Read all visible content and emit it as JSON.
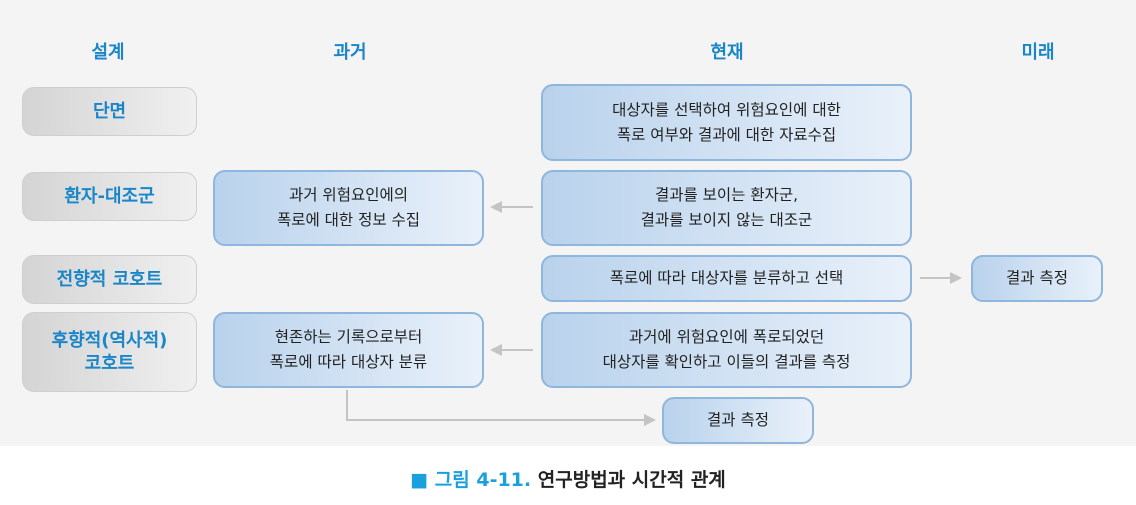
{
  "headers": {
    "design": "설계",
    "past": "과거",
    "present": "현재",
    "future": "미래"
  },
  "designs": [
    "단면",
    "환자-대조군",
    "전향적 코호트",
    "후향적(역사적)\n코호트"
  ],
  "cross_sectional": {
    "present": "대상자를 선택하여 위험요인에 대한\n폭로 여부와 결과에 대한 자료수집"
  },
  "case_control": {
    "present": "결과를 보이는 환자군,\n결과를 보이지 않는 대조군",
    "past": "과거 위험요인에의\n폭로에 대한 정보 수집"
  },
  "prospective": {
    "present": "폭로에 따라 대상자를 분류하고 선택",
    "future": "결과 측정"
  },
  "retrospective": {
    "present": "과거에 위험요인에 폭로되었던\n대상자를 확인하고 이들의 결과를 측정",
    "past": "현존하는 기록으로부터\n폭로에 따라 대상자 분류",
    "outcome": "결과 측정"
  },
  "caption": {
    "marker": "■",
    "label": "그림 4-11.",
    "title": "연구방법과 시간적 관계"
  }
}
